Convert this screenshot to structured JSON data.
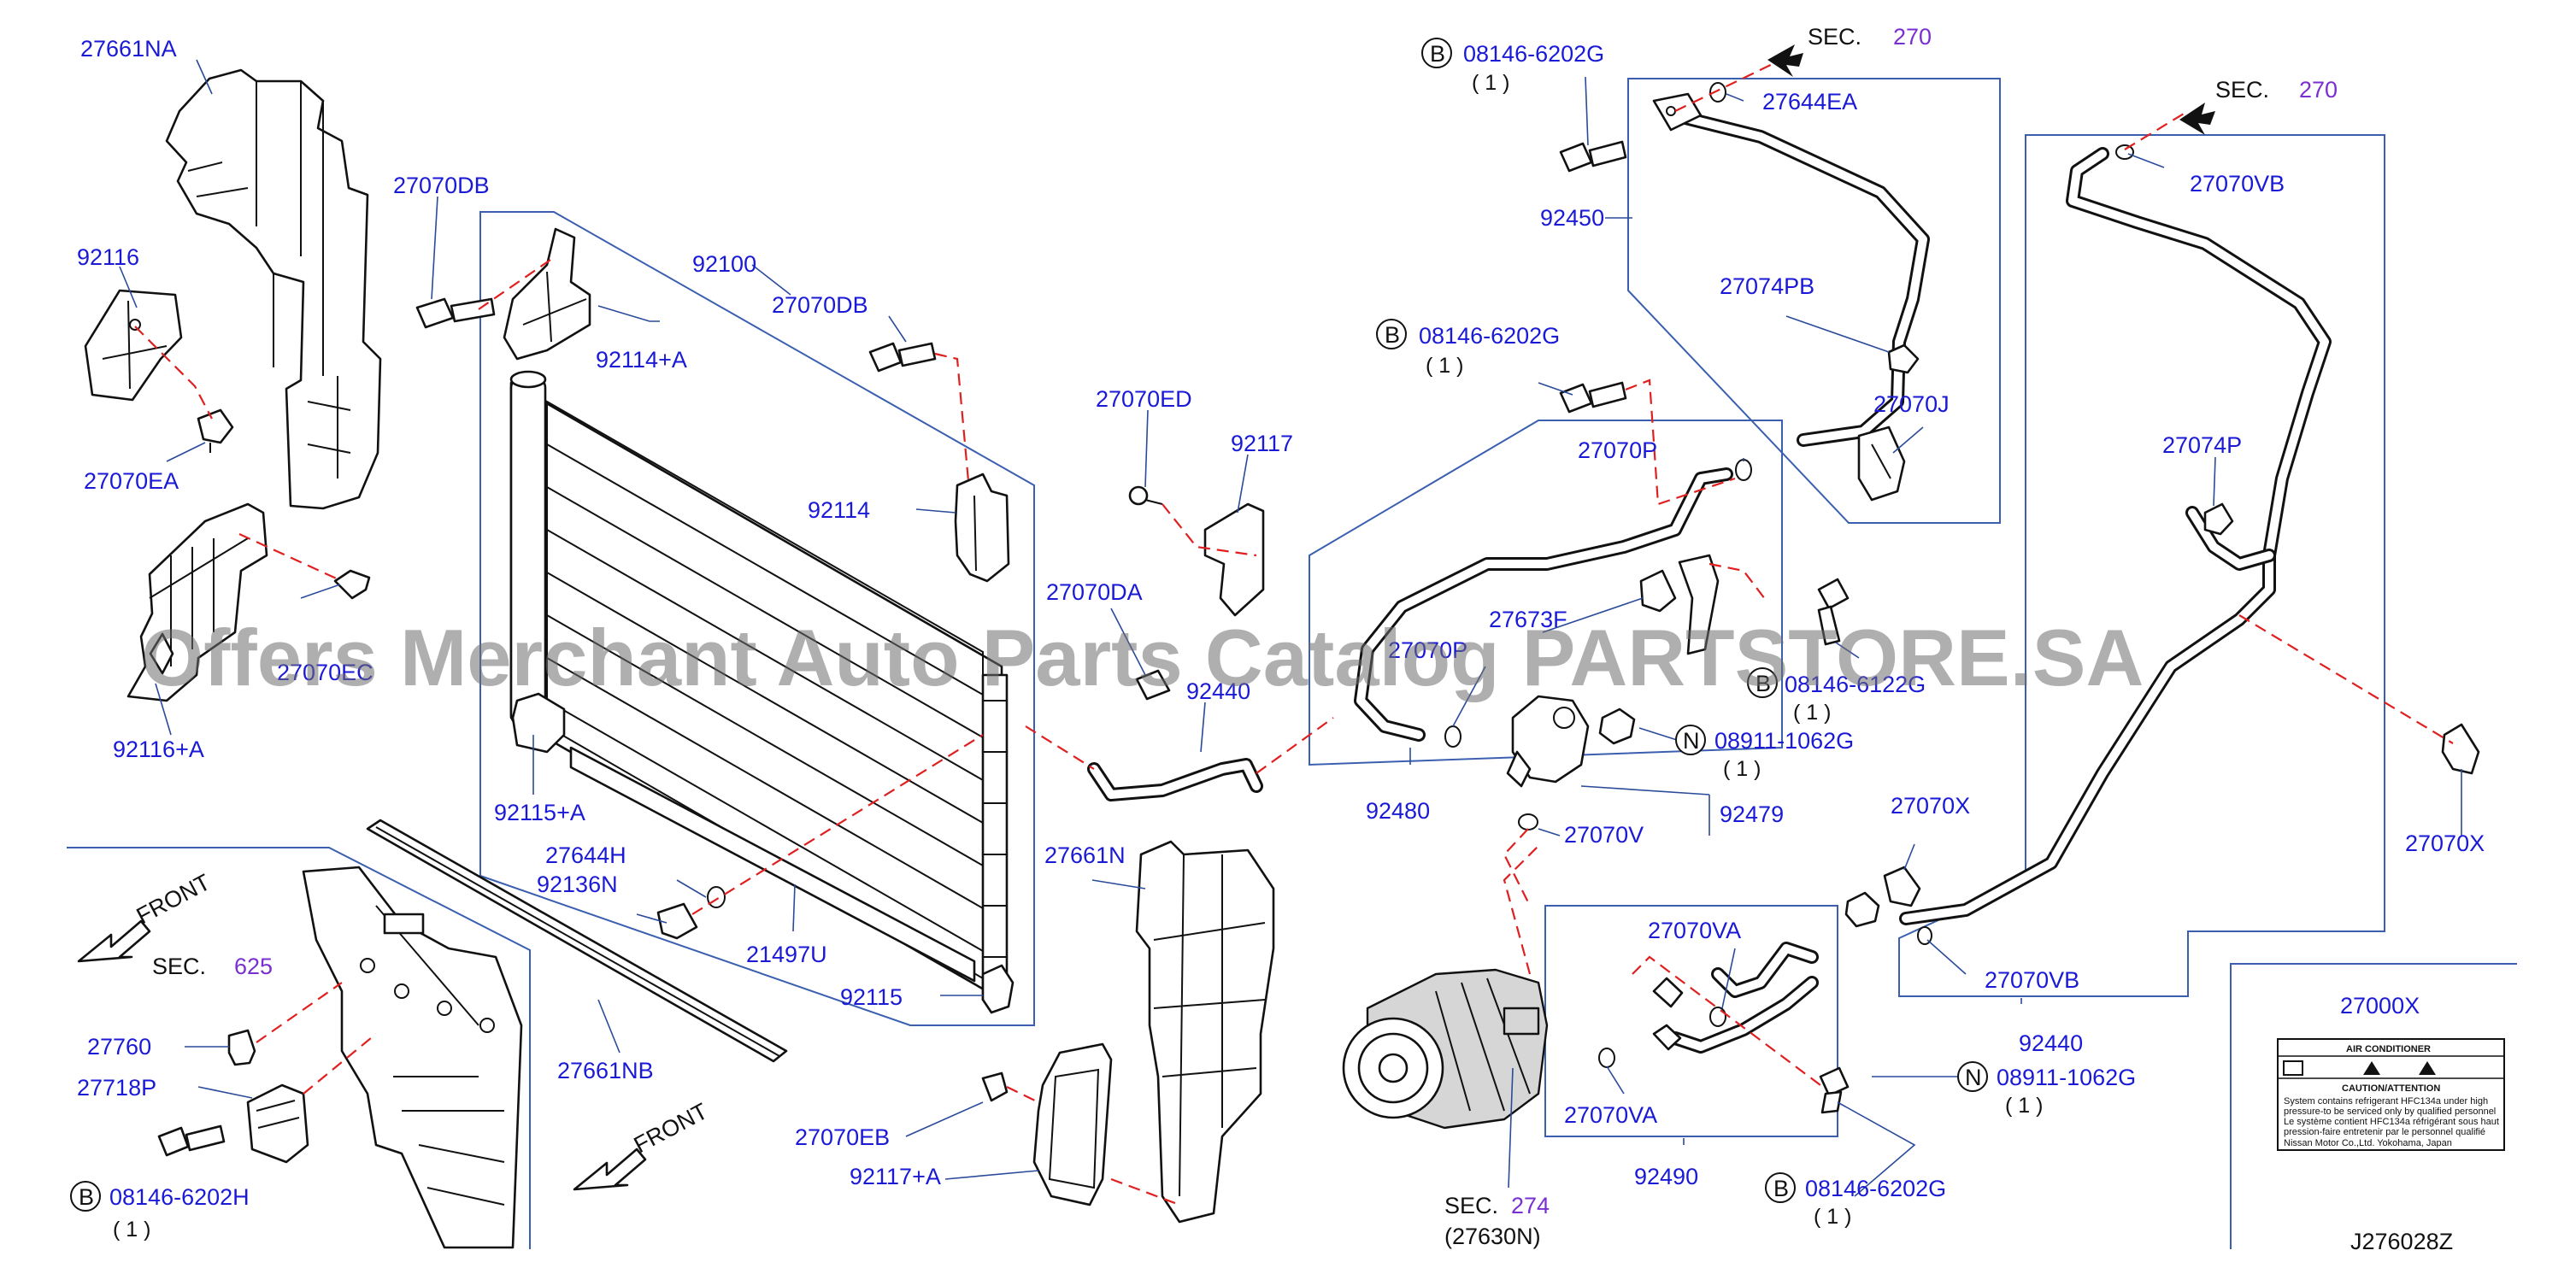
{
  "diagram_code": "J276028Z",
  "watermark": "Offers Merchant Auto Parts Catalog PARTSTORE.SA",
  "sec_label": "SEC.",
  "sections": {
    "sec270_a": "270",
    "sec270_b": "270",
    "sec625": "625",
    "sec274": "274",
    "sec274_sub": "(27630N)"
  },
  "front_label": "FRONT",
  "callout_b": "B",
  "callout_n": "N",
  "qty_one": "( 1 )",
  "labels": {
    "p27661NA": "27661NA",
    "p92116": "92116",
    "p27070EA": "27070EA",
    "p27070EC": "27070EC",
    "p92116A": "92116+A",
    "p27070DB_a": "27070DB",
    "p27070DB_b": "27070DB",
    "p92100": "92100",
    "p92114A": "92114+A",
    "p92114": "92114",
    "p92115A": "92115+A",
    "p27644H": "27644H",
    "p92136N": "92136N",
    "p21497U": "21497U",
    "p92115": "92115",
    "p27661NB": "27661NB",
    "p27760": "27760",
    "p27718P": "27718P",
    "p08146_6202H": "08146-6202H",
    "p27070ED": "27070ED",
    "p92117": "92117",
    "p27070DA": "27070DA",
    "p92440_a": "92440",
    "p27661N": "27661N",
    "p27070EB": "27070EB",
    "p92117A": "92117+A",
    "p08146_6202G_a": "08146-6202G",
    "p27644EA": "27644EA",
    "p92450": "92450",
    "p27074PB": "27074PB",
    "p08146_6202G_b": "08146-6202G",
    "p27070J": "27070J",
    "p27070P_a": "27070P",
    "p27673F": "27673F",
    "p27070P_b": "27070P",
    "p92480": "92480",
    "p08146_6122G": "08146-6122G",
    "p08911_1062G_a": "08911-1062G",
    "p92479": "92479",
    "p27070V": "27070V",
    "p27070VA_a": "27070VA",
    "p27070VA_b": "27070VA",
    "p92490": "92490",
    "p08146_6202G_c": "08146-6202G",
    "p08911_1062G_b": "08911-1062G",
    "p27070VB_a": "27070VB",
    "p27074P": "27074P",
    "p27070X_a": "27070X",
    "p27070X_b": "27070X",
    "p27070VB_b": "27070VB",
    "p92440_b": "92440",
    "p27000X": "27000X"
  },
  "caution_label": {
    "title": "AIR CONDITIONER",
    "warning": "CAUTION/ATTENTION",
    "line1": "System contains refrigerant HFC134a under high",
    "line2": "pressure-to be serviced only by qualified personnel",
    "line3": "Le système contient HFC134a réfrigérant sous haut",
    "line4": "pression-faire entretenir par le personnel qualifié",
    "maker": "Nissan Motor Co.,Ltd. Yokohama, Japan"
  }
}
